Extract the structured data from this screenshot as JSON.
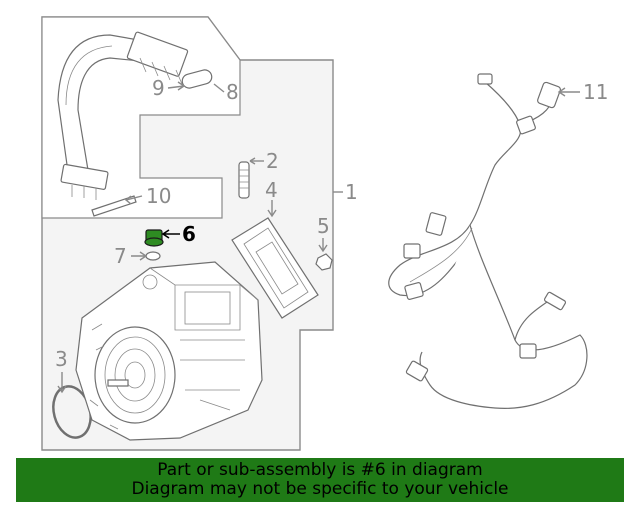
{
  "diagram": {
    "highlight_callout": "6",
    "callouts": [
      {
        "id": "1",
        "label": "1"
      },
      {
        "id": "2",
        "label": "2"
      },
      {
        "id": "3",
        "label": "3"
      },
      {
        "id": "4",
        "label": "4"
      },
      {
        "id": "5",
        "label": "5"
      },
      {
        "id": "6",
        "label": "6"
      },
      {
        "id": "7",
        "label": "7"
      },
      {
        "id": "8",
        "label": "8"
      },
      {
        "id": "9",
        "label": "9"
      },
      {
        "id": "10",
        "label": "10"
      },
      {
        "id": "11",
        "label": "11"
      }
    ],
    "colors": {
      "line": "#8a8a8a",
      "highlight_part": "#2e8b22",
      "banner_bg": "#1f7a16",
      "panel_bg": "#f4f4f4"
    }
  },
  "banner": {
    "line1": "Part or sub-assembly is #6 in diagram",
    "line2": "Diagram may not be specific to your vehicle"
  }
}
